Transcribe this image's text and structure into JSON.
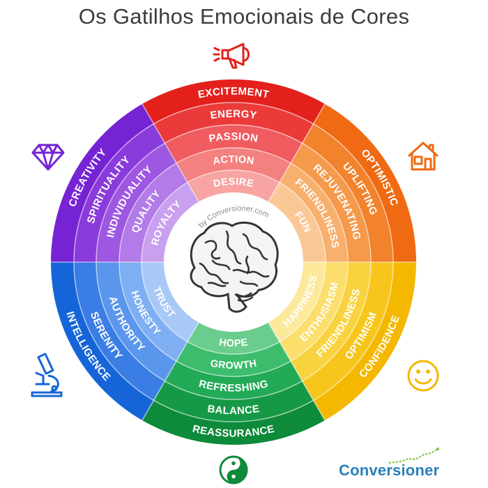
{
  "title": "Os Gatilhos Emocionais de Cores",
  "watermark": "by Conversioner.com",
  "brand": {
    "name": "Conversioner"
  },
  "sectors": [
    {
      "key": "red",
      "icon": "megaphone-icon",
      "colors": [
        "#e3201b",
        "#ea3b3a",
        "#ef5b5e",
        "#f3817f",
        "#f7a4a2"
      ],
      "labels": [
        "EXCITEMENT",
        "ENERGY",
        "PASSION",
        "ACTION",
        "DESIRE"
      ]
    },
    {
      "key": "orange",
      "icon": "house-icon",
      "colors": [
        "#ef6a12",
        "#f2822c",
        "#f5994b",
        "#f8b06e",
        "#fac896"
      ],
      "labels": [
        "OPTIMISTIC",
        "UPLIFTING",
        "REJUVENATING",
        "FRIENDLINESS",
        "FUN"
      ]
    },
    {
      "key": "yellow",
      "icon": "smiley-icon",
      "colors": [
        "#f4b800",
        "#f7c51c",
        "#f9d23f",
        "#fbde6b",
        "#fce99c"
      ],
      "labels": [
        "CONFIDENCE",
        "OPTIMISM",
        "FRIENDLINESS",
        "ENTHUSIASM",
        "HAPPINESS"
      ]
    },
    {
      "key": "green",
      "icon": "yin-yang-icon",
      "colors": [
        "#0d8a3a",
        "#169946",
        "#22aa56",
        "#3cbc6c",
        "#6acd8d"
      ],
      "labels": [
        "REASSURANCE",
        "BALANCE",
        "REFRESHING",
        "GROWTH",
        "HOPE"
      ]
    },
    {
      "key": "blue",
      "icon": "microscope-icon",
      "colors": [
        "#1565d8",
        "#3a7de4",
        "#5a96ec",
        "#7eaff2",
        "#a8c9f7"
      ],
      "labels": [
        "INTELLIGENCE",
        "SERENITY",
        "AUTHORITY",
        "HONESTY",
        "TRUST"
      ]
    },
    {
      "key": "purple",
      "icon": "diamond-icon",
      "colors": [
        "#7623d4",
        "#8a3bdb",
        "#9d57e1",
        "#b27be8",
        "#c9a0ef"
      ],
      "labels": [
        "CREATIVITY",
        "SPIRITUALITY",
        "INDIVIDUALITY",
        "QUALITY",
        "ROYALTY"
      ]
    }
  ]
}
